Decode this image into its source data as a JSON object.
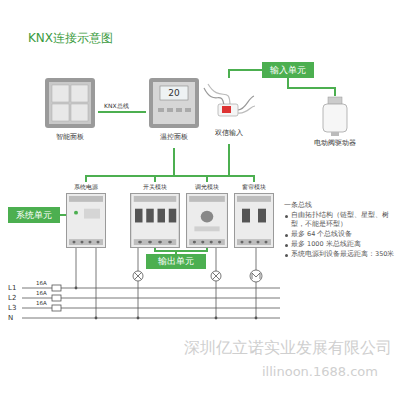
{
  "diagram": {
    "title": "KNX连接示意图",
    "nodes": [
      {
        "text": [
          "智能面板"
        ]
      },
      {
        "text": [
          "20",
          "温控面板"
        ]
      },
      {
        "text": [
          "双信输入"
        ]
      },
      {
        "text": [
          "输入单元"
        ]
      },
      {
        "text": [
          "电动阀驱动器"
        ]
      },
      {
        "text": [
          "系统单元"
        ]
      },
      {
        "text": [
          "系统电源"
        ]
      },
      {
        "text": [
          "开关模块"
        ]
      },
      {
        "text": [
          "调光模块"
        ]
      },
      {
        "text": [
          "窗帘模块"
        ]
      },
      {
        "text": [
          "输出单元"
        ]
      }
    ],
    "edges": [
      {
        "from": 0,
        "to": 1,
        "arrow": "none"
      },
      {
        "from": 1,
        "to": 7,
        "arrow": "none"
      },
      {
        "from": 6,
        "to": 7,
        "arrow": "none"
      },
      {
        "from": 7,
        "to": 8,
        "arrow": "none"
      },
      {
        "from": 8,
        "to": 9,
        "arrow": "none"
      },
      {
        "from": 2,
        "to": 3,
        "arrow": "none"
      },
      {
        "from": 3,
        "to": 4,
        "arrow": "none"
      },
      {
        "from": 2,
        "to": 8,
        "arrow": "none"
      },
      {
        "from": 5,
        "to": 6,
        "arrow": "none"
      },
      {
        "from": 10,
        "to": 7,
        "arrow": "none"
      },
      {
        "from": 10,
        "to": 8,
        "arrow": "none"
      }
    ],
    "labels": [
      "KNX总线",
      "L1",
      "L2",
      "L3",
      "N",
      "16A",
      "16A",
      "16A",
      "一条总线",
      "自由拓扑结构（链型、星型、树型，不能是环型）",
      "最多 64 个总线设备",
      "最多 1000 米总线距离",
      "系统电源到设备最远距离：350米",
      "深圳亿立诺实业发展有限公司",
      "illinoon.1688.com"
    ]
  }
}
